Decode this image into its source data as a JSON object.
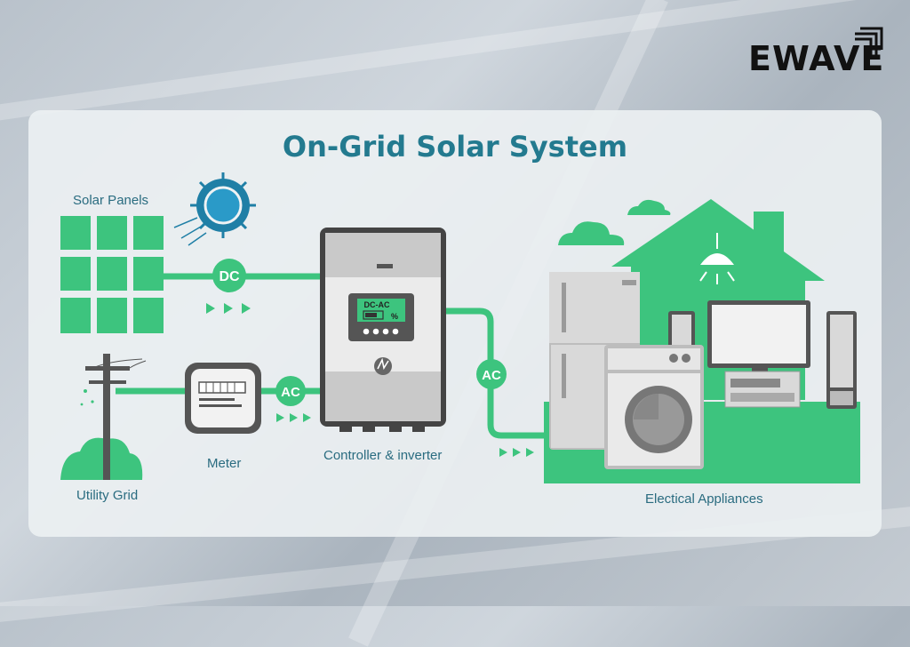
{
  "brand": {
    "logo_text": "EWAVE"
  },
  "title": "On-Grid Solar System",
  "labels": {
    "solar_panels": "Solar Panels",
    "utility_grid": "Utility Grid",
    "meter": "Meter",
    "controller": "Controller & inverter",
    "appliances": "Electical Appliances"
  },
  "badges": {
    "dc": "DC",
    "ac_meter": "AC",
    "ac_appliances": "AC"
  },
  "inverter_display": {
    "mode": "DC-AC",
    "unit": "%"
  },
  "colors": {
    "accent_green": "#3dc47e",
    "title_blue": "#237a8f",
    "sun_blue": "#1f7fa6"
  }
}
